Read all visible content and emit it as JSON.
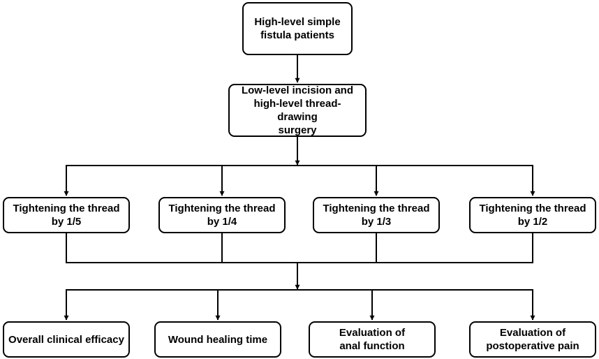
{
  "nodes": {
    "top": {
      "lines": [
        "High-level simple",
        "fistula patients"
      ]
    },
    "mid": {
      "lines": [
        "Low-level incision and",
        "high-level thread-drawing",
        "surgery"
      ]
    },
    "tightening": [
      {
        "lines": [
          "Tightening the thread",
          "by 1/5"
        ]
      },
      {
        "lines": [
          "Tightening the thread",
          "by 1/4"
        ]
      },
      {
        "lines": [
          "Tightening the thread",
          "by 1/3"
        ]
      },
      {
        "lines": [
          "Tightening the thread",
          "by 1/2"
        ]
      }
    ],
    "outcomes": [
      {
        "lines": [
          "Overall clinical efficacy"
        ]
      },
      {
        "lines": [
          "Wound healing time"
        ]
      },
      {
        "lines": [
          "Evaluation of",
          "anal function"
        ]
      },
      {
        "lines": [
          "Evaluation of",
          "postoperative pain"
        ]
      }
    ]
  },
  "colors": {
    "line": "#000000",
    "box_border": "#000000",
    "text": "#000000"
  }
}
